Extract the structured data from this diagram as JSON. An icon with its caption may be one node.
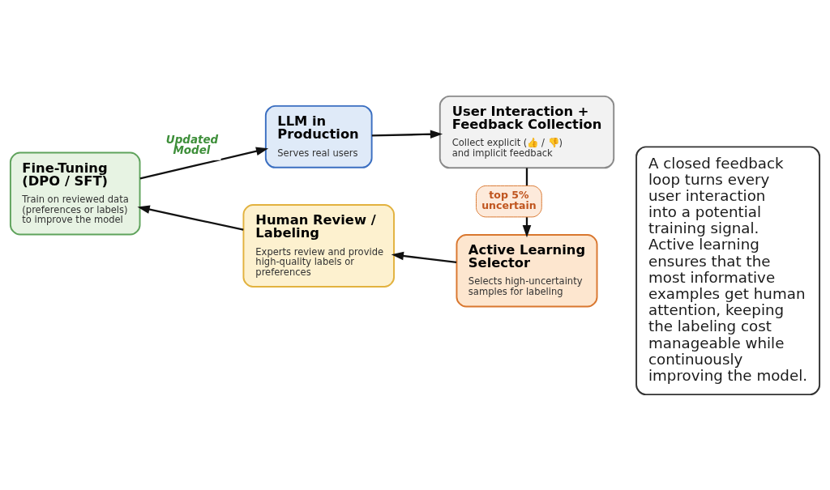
{
  "diagram": {
    "nodes": [
      {
        "text": [
          "LLM in Production",
          "Serves real users"
        ]
      },
      {
        "text": [
          "User Interaction + Feedback Collection",
          "Collect explicit (👍 / 👎) and implicit feedback"
        ]
      },
      {
        "text": [
          "Active Learning Selector",
          "Selects high-uncertainty samples for labeling"
        ]
      },
      {
        "text": [
          "Human Review / Labeling",
          "Experts review and provide high-quality labels or preferences"
        ]
      },
      {
        "text": [
          "Fine-Tuning (DPO / SFT)",
          "Train on reviewed data (preferences or labels) to improve the model"
        ]
      },
      {
        "text": [
          "A closed feedback loop turns every user interaction into a potential training signal. Active learning ensures that the most informative examples get human attention, keeping the labeling cost manageable while continuously improving the model."
        ]
      }
    ],
    "edges": [
      {
        "from": 0,
        "to": 1,
        "arrow": "to"
      },
      {
        "from": 1,
        "to": 2,
        "arrow": "to",
        "label": "top 5% uncertain"
      },
      {
        "from": 2,
        "to": 3,
        "arrow": "to"
      },
      {
        "from": 3,
        "to": 4,
        "arrow": "to"
      },
      {
        "from": 4,
        "to": 0,
        "arrow": "to",
        "label": "Updated Model"
      }
    ]
  }
}
